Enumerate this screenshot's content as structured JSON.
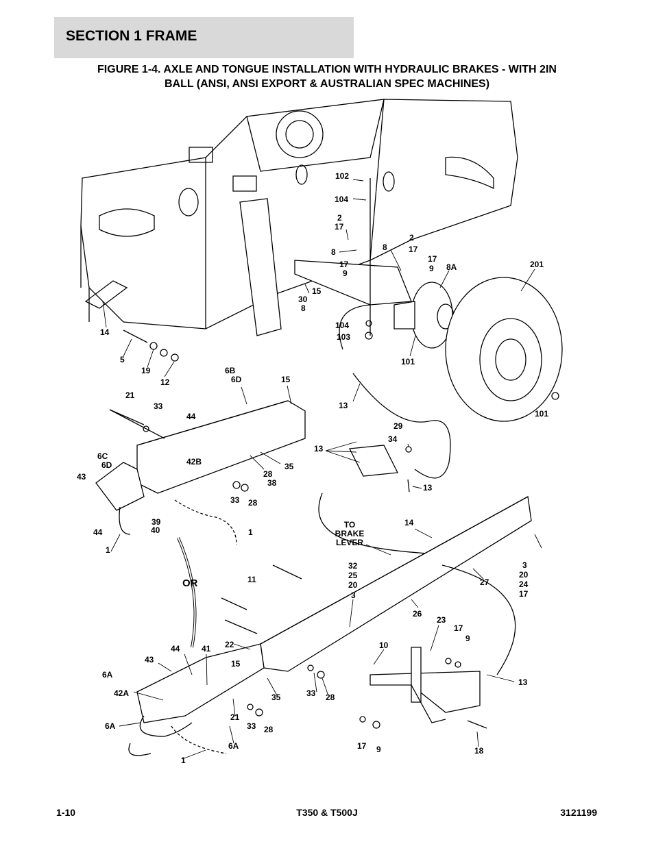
{
  "header": {
    "section_title": "SECTION 1  FRAME",
    "figure_title_line1": "FIGURE 1-4. AXLE AND TONGUE INSTALLATION WITH HYDRAULIC BRAKES - WITH 2IN",
    "figure_title_line2": "BALL (ANSI, ANSI EXPORT & AUSTRALIAN SPEC MACHINES)"
  },
  "callouts": {
    "c102": "102",
    "c104a": "104",
    "c2a": "2",
    "c17a": "17",
    "c8a": "8",
    "c2b": "2",
    "c17b": "17",
    "c8b": "8",
    "c17c": "17",
    "c9a": "9",
    "c17d": "17",
    "c9b": "9",
    "c8A": "8A",
    "c201": "201",
    "c30": "30",
    "c8c": "8",
    "c15a": "15",
    "c104b": "104",
    "c103": "103",
    "c101a": "101",
    "c14a": "14",
    "c5": "5",
    "c19": "19",
    "c12": "12",
    "c6B": "6B",
    "c6D": "6D",
    "c15b": "15",
    "c13a": "13",
    "c101b": "101",
    "c21a": "21",
    "c33a": "33",
    "c44a": "44",
    "c29": "29",
    "c34": "34",
    "c13b": "13",
    "c6C": "6C",
    "c6Da": "6D",
    "c42B": "42B",
    "c28a": "28",
    "c38": "38",
    "c35a": "35",
    "c43a": "43",
    "c13c": "13",
    "c33b": "33",
    "c28b": "28",
    "c39": "39",
    "c40": "40",
    "c44b": "44",
    "c1a": "1",
    "c1b": "1",
    "c14b": "14",
    "c3a": "3",
    "c20a": "20",
    "c24": "24",
    "c17e": "17",
    "c32": "32",
    "c25": "25",
    "c20b": "20",
    "c3b": "3",
    "c27": "27",
    "c11": "11",
    "c26": "26",
    "c23": "23",
    "c17f": "17",
    "c9c": "9",
    "c22": "22",
    "c10": "10",
    "c44c": "44",
    "c41": "41",
    "c43b": "43",
    "c15c": "15",
    "c6Aa": "6A",
    "c42A": "42A",
    "c35b": "35",
    "c33c": "33",
    "c28c": "28",
    "c13d": "13",
    "c21b": "21",
    "c33d": "33",
    "c28d": "28",
    "c6Ab": "6A",
    "c6Ac": "6A",
    "c1c": "1",
    "c17g": "17",
    "c9d": "9",
    "c18": "18"
  },
  "to_brake_lever": [
    "TO",
    "BRAKE",
    "LEVER"
  ],
  "or_label": "OR",
  "footer": {
    "page": "1-10",
    "model": "T350 & T500J",
    "doc_number": "3121199"
  }
}
